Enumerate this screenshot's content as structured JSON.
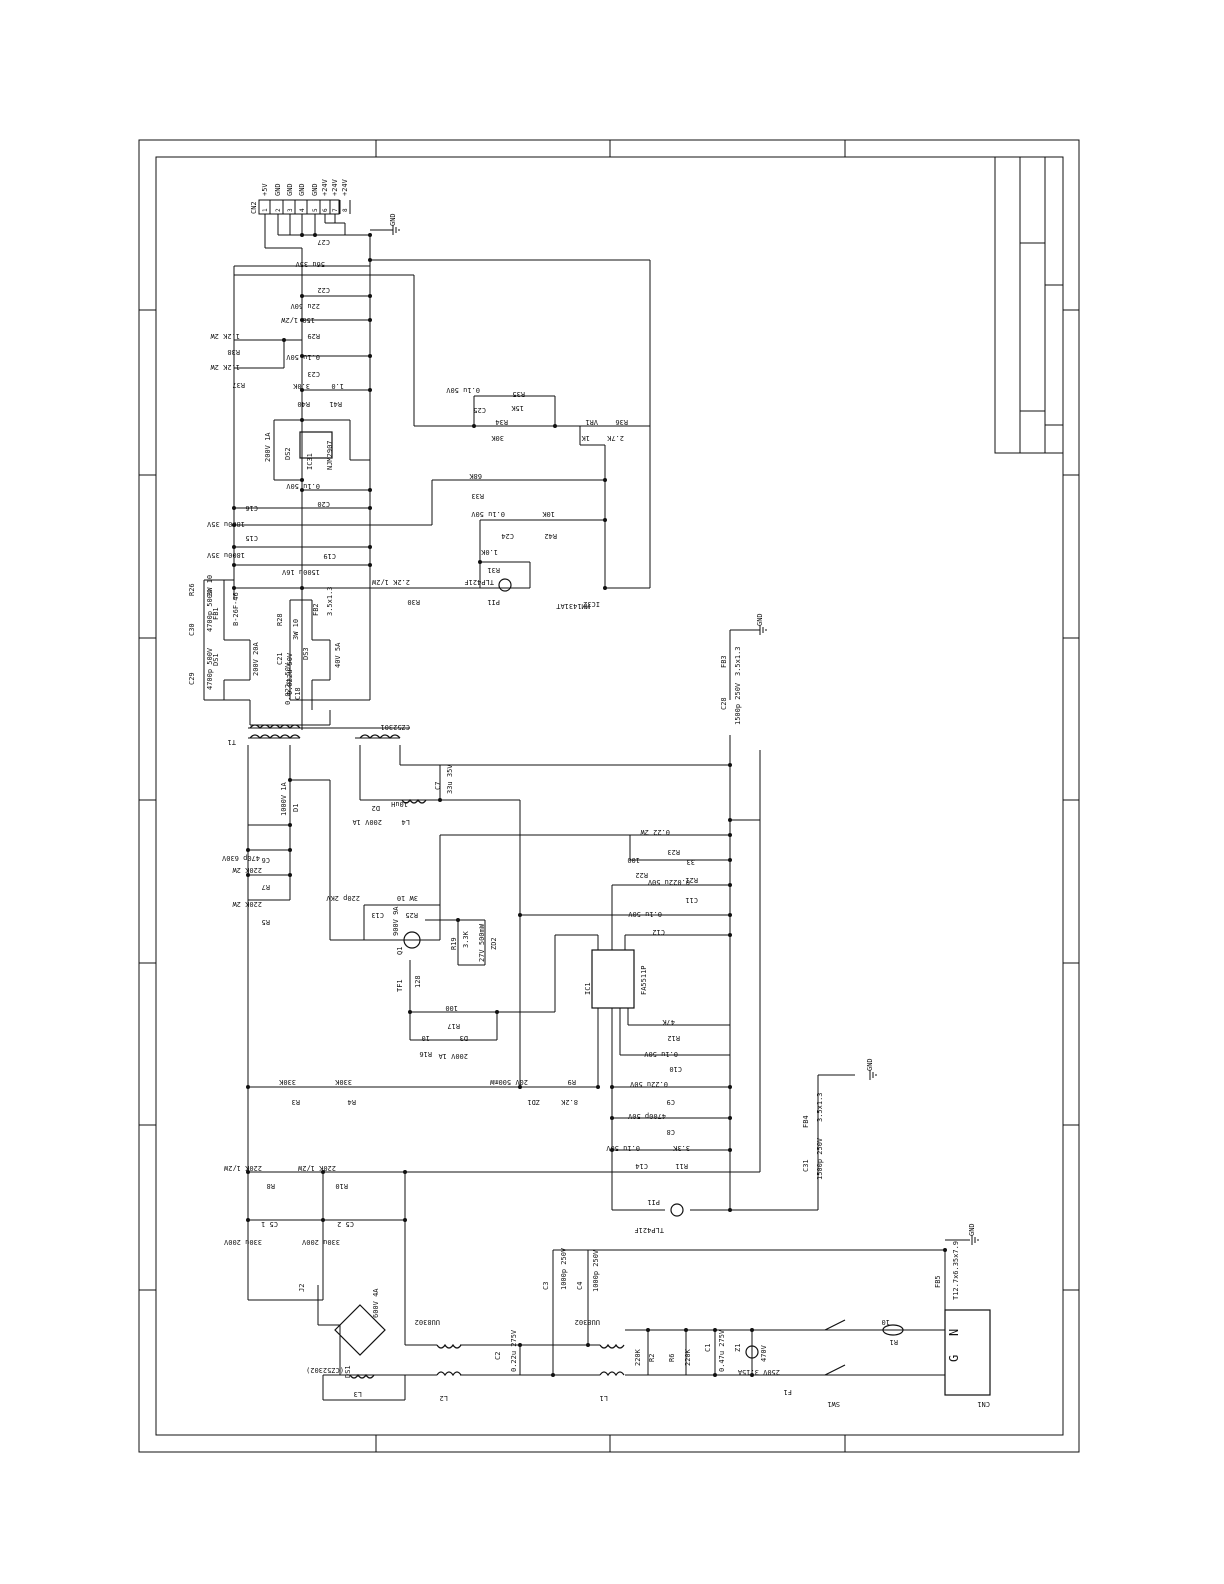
{
  "diagram": {
    "connector_cn2": {
      "name": "CN2",
      "pins": [
        "+5V",
        "GND",
        "GND",
        "GND",
        "GND",
        "+24V",
        "+24V",
        "+24V"
      ],
      "pin_numbers": [
        "1",
        "2",
        "3",
        "4",
        "5",
        "6",
        "7",
        "8"
      ]
    },
    "ground_label": "GND",
    "components": [
      {
        "ref": "C27",
        "value": "56u 35V"
      },
      {
        "ref": "C22",
        "value": "22u 50V"
      },
      {
        "ref": "R29",
        "value": "150 1/2W"
      },
      {
        "ref": "R38",
        "value": "1.2K 2W"
      },
      {
        "ref": "R37",
        "value": "1.2K 2W"
      },
      {
        "ref": "C23",
        "value": "0.1u 50V"
      },
      {
        "ref": "R40",
        "value": "3.0K"
      },
      {
        "ref": "R41",
        "value": "1.0"
      },
      {
        "ref": "C25",
        "value": "0.1u 50V"
      },
      {
        "ref": "R35",
        "value": "15K"
      },
      {
        "ref": "R34",
        "value": "30K"
      },
      {
        "ref": "VR1",
        "value": "1K"
      },
      {
        "ref": "R36",
        "value": "2.7K"
      },
      {
        "ref": "IC31",
        "value": "NJM2907"
      },
      {
        "ref": "DS2",
        "value": "200V 1A"
      },
      {
        "ref": "R33",
        "value": "68K"
      },
      {
        "ref": "C20",
        "value": "0.1u 50V"
      },
      {
        "ref": "C16",
        "value": "1800u 35V"
      },
      {
        "ref": "C24",
        "value": "0.1u 50V"
      },
      {
        "ref": "R42",
        "value": "10K"
      },
      {
        "ref": "C15",
        "value": "1800u 35V"
      },
      {
        "ref": "R31",
        "value": "1.0K"
      },
      {
        "ref": "C19",
        "value": "1500u 16V"
      },
      {
        "ref": "R30",
        "value": "2.2K 1/2W"
      },
      {
        "ref": "PI1",
        "value": "TLP421F"
      },
      {
        "ref": "IC32",
        "value": "MM1431AT"
      },
      {
        "ref": "R26",
        "value": "3W 10"
      },
      {
        "ref": "C30",
        "value": "4700p 500V"
      },
      {
        "ref": "FB1",
        "value": "B-26F-46"
      },
      {
        "ref": "C29",
        "value": "4700p 500V"
      },
      {
        "ref": "DS1",
        "value": "200V 20A"
      },
      {
        "ref": "R28",
        "value": "3W 10"
      },
      {
        "ref": "C21",
        "value": "0.022u 50V"
      },
      {
        "ref": "FB2",
        "value": "3.5x1.3"
      },
      {
        "ref": "DS3",
        "value": "40V 5A"
      },
      {
        "ref": "C18",
        "value": "0.022u 50V"
      },
      {
        "ref": "FB3",
        "value": "3.5x1.3"
      },
      {
        "ref": "C28",
        "value": "1500p 250V"
      },
      {
        "ref": "T1",
        "value": "CZ52301"
      },
      {
        "ref": "C7",
        "value": "33u 35V"
      },
      {
        "ref": "D2",
        "value": "200V 1A"
      },
      {
        "ref": "L4",
        "value": "10uH"
      },
      {
        "ref": "D1",
        "value": "1000V 1A"
      },
      {
        "ref": "C6",
        "value": "470p 630V"
      },
      {
        "ref": "R23",
        "value": "0.22 2W"
      },
      {
        "ref": "R22",
        "value": "100"
      },
      {
        "ref": "R21",
        "value": "33"
      },
      {
        "ref": "C11",
        "value": "0.022u 50V"
      },
      {
        "ref": "R7",
        "value": "220K 2W"
      },
      {
        "ref": "R5",
        "value": "220K 2W"
      },
      {
        "ref": "C13",
        "value": "220p 2KV"
      },
      {
        "ref": "R25",
        "value": "3W 10"
      },
      {
        "ref": "C12",
        "value": "0.1u 50V"
      },
      {
        "ref": "Q1",
        "value": "900V 9A"
      },
      {
        "ref": "R19",
        "value": "3.3K"
      },
      {
        "ref": "ZD2",
        "value": "27V 500mW"
      },
      {
        "ref": "IC1",
        "value": "FA5511P"
      },
      {
        "ref": "TF1",
        "value": "128"
      },
      {
        "ref": "R17",
        "value": "100"
      },
      {
        "ref": "R12",
        "value": "47K"
      },
      {
        "ref": "R16",
        "value": "10"
      },
      {
        "ref": "D3",
        "value": "200V 1A"
      },
      {
        "ref": "C10",
        "value": "0.1u 50V"
      },
      {
        "ref": "R3",
        "value": "330K"
      },
      {
        "ref": "R4",
        "value": "330K"
      },
      {
        "ref": "ZD1",
        "value": "20V 500mW"
      },
      {
        "ref": "R9",
        "value": "8.2K"
      },
      {
        "ref": "C9",
        "value": "0.22u 50V"
      },
      {
        "ref": "C8",
        "value": "4700p 50V"
      },
      {
        "ref": "FB4",
        "value": "3.5x1.3"
      },
      {
        "ref": "C14",
        "value": "0.1u 50V"
      },
      {
        "ref": "R11",
        "value": "3.3K"
      },
      {
        "ref": "C31",
        "value": "1500p 250V"
      },
      {
        "ref": "R8",
        "value": "220K 1/2W"
      },
      {
        "ref": "R10",
        "value": "220K 1/2W"
      },
      {
        "ref": "C5_1",
        "value": "330u 200V"
      },
      {
        "ref": "C5_2",
        "value": "330u 200V"
      },
      {
        "ref": "PI1_1A",
        "value": "TLP421F"
      },
      {
        "ref": "J2",
        "value": ""
      },
      {
        "ref": "C3",
        "value": "1000p 250V"
      },
      {
        "ref": "C4",
        "value": "1000p 250V"
      },
      {
        "ref": "FB5",
        "value": "T12.7x6.35x7.9"
      },
      {
        "ref": "DS1_bridge",
        "value": "600V 4A"
      },
      {
        "ref": "L2",
        "value": "UU8302"
      },
      {
        "ref": "L1",
        "value": "UU8302"
      },
      {
        "ref": "C2",
        "value": "0.22u 275V"
      },
      {
        "ref": "R2",
        "value": "220K"
      },
      {
        "ref": "R6",
        "value": "220K"
      },
      {
        "ref": "C1",
        "value": "0.47u 275V"
      },
      {
        "ref": "Z1",
        "value": "470V"
      },
      {
        "ref": "F1",
        "value": "250V 3.15A"
      },
      {
        "ref": "R1",
        "value": "10"
      },
      {
        "ref": "SW1",
        "value": ""
      },
      {
        "ref": "L3",
        "value": "(CZ52302)"
      },
      {
        "ref": "CN1",
        "value": ""
      }
    ],
    "cn1_terminals": [
      "N",
      "G"
    ]
  }
}
